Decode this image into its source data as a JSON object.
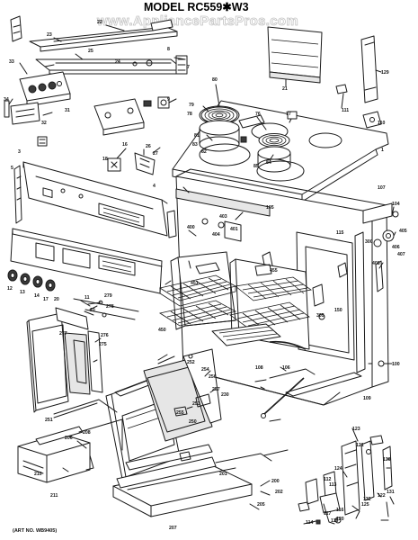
{
  "title": "MODEL RC559✱W3",
  "watermark": "www.AppliancePartsPros.com",
  "footer": "(ART NO. WB9405)",
  "part_labels": [
    {
      "id": "p22",
      "text": "22"
    },
    {
      "id": "p23",
      "text": "23"
    },
    {
      "id": "p25",
      "text": "25"
    },
    {
      "id": "p24",
      "text": "24"
    },
    {
      "id": "p33",
      "text": "33"
    },
    {
      "id": "p34",
      "text": "34"
    },
    {
      "id": "p31",
      "text": "31"
    },
    {
      "id": "p32",
      "text": "32"
    },
    {
      "id": "p8",
      "text": "8"
    },
    {
      "id": "p9",
      "text": "9"
    },
    {
      "id": "p7",
      "text": "7"
    },
    {
      "id": "p21",
      "text": "21"
    },
    {
      "id": "p129",
      "text": "129"
    },
    {
      "id": "p111",
      "text": "111"
    },
    {
      "id": "p110",
      "text": "110"
    },
    {
      "id": "p80",
      "text": "80"
    },
    {
      "id": "p79",
      "text": "79"
    },
    {
      "id": "p76",
      "text": "76"
    },
    {
      "id": "p77",
      "text": "77"
    },
    {
      "id": "p78",
      "text": "78"
    },
    {
      "id": "p81",
      "text": "81"
    },
    {
      "id": "p83",
      "text": "83"
    },
    {
      "id": "p82",
      "text": "82"
    },
    {
      "id": "p84",
      "text": "84"
    },
    {
      "id": "p85",
      "text": "85"
    },
    {
      "id": "p1",
      "text": "1"
    },
    {
      "id": "p16",
      "text": "16"
    },
    {
      "id": "p26",
      "text": "26"
    },
    {
      "id": "p27",
      "text": "27"
    },
    {
      "id": "p18",
      "text": "18"
    },
    {
      "id": "p3",
      "text": "3"
    },
    {
      "id": "p5",
      "text": "5"
    },
    {
      "id": "p4",
      "text": "4"
    },
    {
      "id": "p105",
      "text": "105"
    },
    {
      "id": "p107",
      "text": "107"
    },
    {
      "id": "p104",
      "text": "104"
    },
    {
      "id": "p115",
      "text": "115"
    },
    {
      "id": "p300",
      "text": "300"
    },
    {
      "id": "p400",
      "text": "400"
    },
    {
      "id": "p401",
      "text": "401"
    },
    {
      "id": "p403",
      "text": "403"
    },
    {
      "id": "p404",
      "text": "404"
    },
    {
      "id": "p405",
      "text": "405"
    },
    {
      "id": "p406",
      "text": "406"
    },
    {
      "id": "p407",
      "text": "407"
    },
    {
      "id": "p408",
      "text": "408"
    },
    {
      "id": "p12",
      "text": "12"
    },
    {
      "id": "p13",
      "text": "13"
    },
    {
      "id": "p14",
      "text": "14"
    },
    {
      "id": "p17",
      "text": "17"
    },
    {
      "id": "p20",
      "text": "20"
    },
    {
      "id": "p11",
      "text": "11"
    },
    {
      "id": "p10",
      "text": "10"
    },
    {
      "id": "p279",
      "text": "279"
    },
    {
      "id": "p278",
      "text": "278"
    },
    {
      "id": "p277",
      "text": "277"
    },
    {
      "id": "p276",
      "text": "276"
    },
    {
      "id": "p275",
      "text": "275"
    },
    {
      "id": "p251",
      "text": "251"
    },
    {
      "id": "p451",
      "text": "451"
    },
    {
      "id": "p450",
      "text": "450"
    },
    {
      "id": "p455",
      "text": "455"
    },
    {
      "id": "p150",
      "text": "150"
    },
    {
      "id": "p305",
      "text": "305"
    },
    {
      "id": "p100",
      "text": "100"
    },
    {
      "id": "p106",
      "text": "106"
    },
    {
      "id": "p109",
      "text": "109"
    },
    {
      "id": "p108",
      "text": "108"
    },
    {
      "id": "p252",
      "text": "252"
    },
    {
      "id": "p254",
      "text": "254"
    },
    {
      "id": "p256",
      "text": "256"
    },
    {
      "id": "p257",
      "text": "257"
    },
    {
      "id": "p230",
      "text": "230"
    },
    {
      "id": "p250",
      "text": "250"
    },
    {
      "id": "p253",
      "text": "253"
    },
    {
      "id": "p255",
      "text": "255"
    },
    {
      "id": "p206",
      "text": "206"
    },
    {
      "id": "p208",
      "text": "208"
    },
    {
      "id": "p210",
      "text": "210"
    },
    {
      "id": "p211",
      "text": "211"
    },
    {
      "id": "p200",
      "text": "200"
    },
    {
      "id": "p201",
      "text": "201"
    },
    {
      "id": "p202",
      "text": "202"
    },
    {
      "id": "p205",
      "text": "205"
    },
    {
      "id": "p207",
      "text": "207"
    },
    {
      "id": "p112",
      "text": "112"
    },
    {
      "id": "p113",
      "text": "113"
    },
    {
      "id": "p114",
      "text": "114"
    },
    {
      "id": "p116",
      "text": "116"
    },
    {
      "id": "p117",
      "text": "117"
    },
    {
      "id": "p119",
      "text": "119"
    },
    {
      "id": "p120",
      "text": "120"
    },
    {
      "id": "p121",
      "text": "121"
    },
    {
      "id": "p122",
      "text": "122"
    },
    {
      "id": "p123",
      "text": "123"
    },
    {
      "id": "p124",
      "text": "124"
    },
    {
      "id": "p125",
      "text": "125"
    },
    {
      "id": "p130",
      "text": "130"
    },
    {
      "id": "p131",
      "text": "131"
    },
    {
      "id": "p132",
      "text": "132"
    }
  ]
}
